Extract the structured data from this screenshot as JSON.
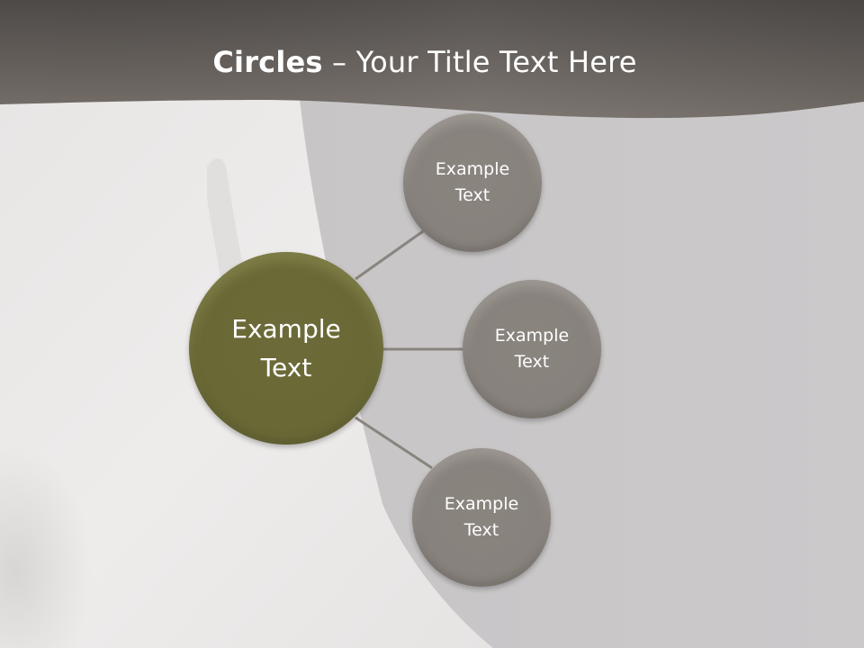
{
  "slide": {
    "title_bold": "Circles",
    "title_rest": " – Your Title Text Here",
    "colors": {
      "header": "#6b645f",
      "right_panel": "#c9c7c8",
      "left_panel": "#ebe9e8",
      "main_circle": "#6a6936",
      "sub_circle": "#88827d",
      "connector": "#8a847f",
      "text": "#ffffff"
    }
  },
  "diagram": {
    "center": {
      "line1": "Example",
      "line2": "Text"
    },
    "nodes": [
      {
        "line1": "Example",
        "line2": "Text"
      },
      {
        "line1": "Example",
        "line2": "Text"
      },
      {
        "line1": "Example",
        "line2": "Text"
      }
    ]
  }
}
